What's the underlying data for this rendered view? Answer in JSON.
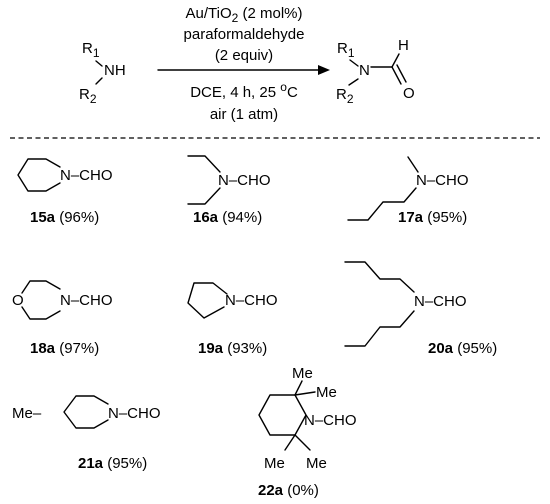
{
  "reaction": {
    "reactant": {
      "r1": "R",
      "r1_sub": "1",
      "nh": "NH",
      "r2": "R",
      "r2_sub": "2"
    },
    "conditions": {
      "catalyst": "Au/TiO",
      "catalyst_sub": "2",
      "catalyst_loading": " (2 mol%)",
      "reagent": "paraformaldehyde",
      "reagent_amount": "(2 equiv)",
      "solvent_time_temp": "DCE, 4 h, 25 ",
      "temp_unit_sup": "o",
      "temp_unit": "C",
      "atmosphere": "air (1 atm)"
    },
    "product": {
      "r1": "R",
      "r1_sub": "1",
      "n": "N",
      "r2": "R",
      "r2_sub": "2",
      "h": "H",
      "o": "O"
    }
  },
  "compounds": [
    {
      "group": "N–CHO",
      "id": "15a",
      "yield": " (96%)"
    },
    {
      "group": "N–CHO",
      "id": "16a",
      "yield": " (94%)"
    },
    {
      "group": "N–CHO",
      "id": "17a",
      "yield": " (95%)"
    },
    {
      "group": "N–CHO",
      "id": "18a",
      "yield": " (97%)",
      "hetero": "O"
    },
    {
      "group": "N–CHO",
      "id": "19a",
      "yield": " (93%)"
    },
    {
      "group": "N–CHO",
      "id": "20a",
      "yield": " (95%)"
    },
    {
      "group": "N–CHO",
      "id": "21a",
      "yield": " (95%)",
      "substituent": "Me–"
    },
    {
      "group": "N–CHO",
      "id": "22a",
      "yield": " (0%)",
      "methyls": [
        "Me",
        "Me",
        "Me",
        "Me"
      ]
    }
  ]
}
